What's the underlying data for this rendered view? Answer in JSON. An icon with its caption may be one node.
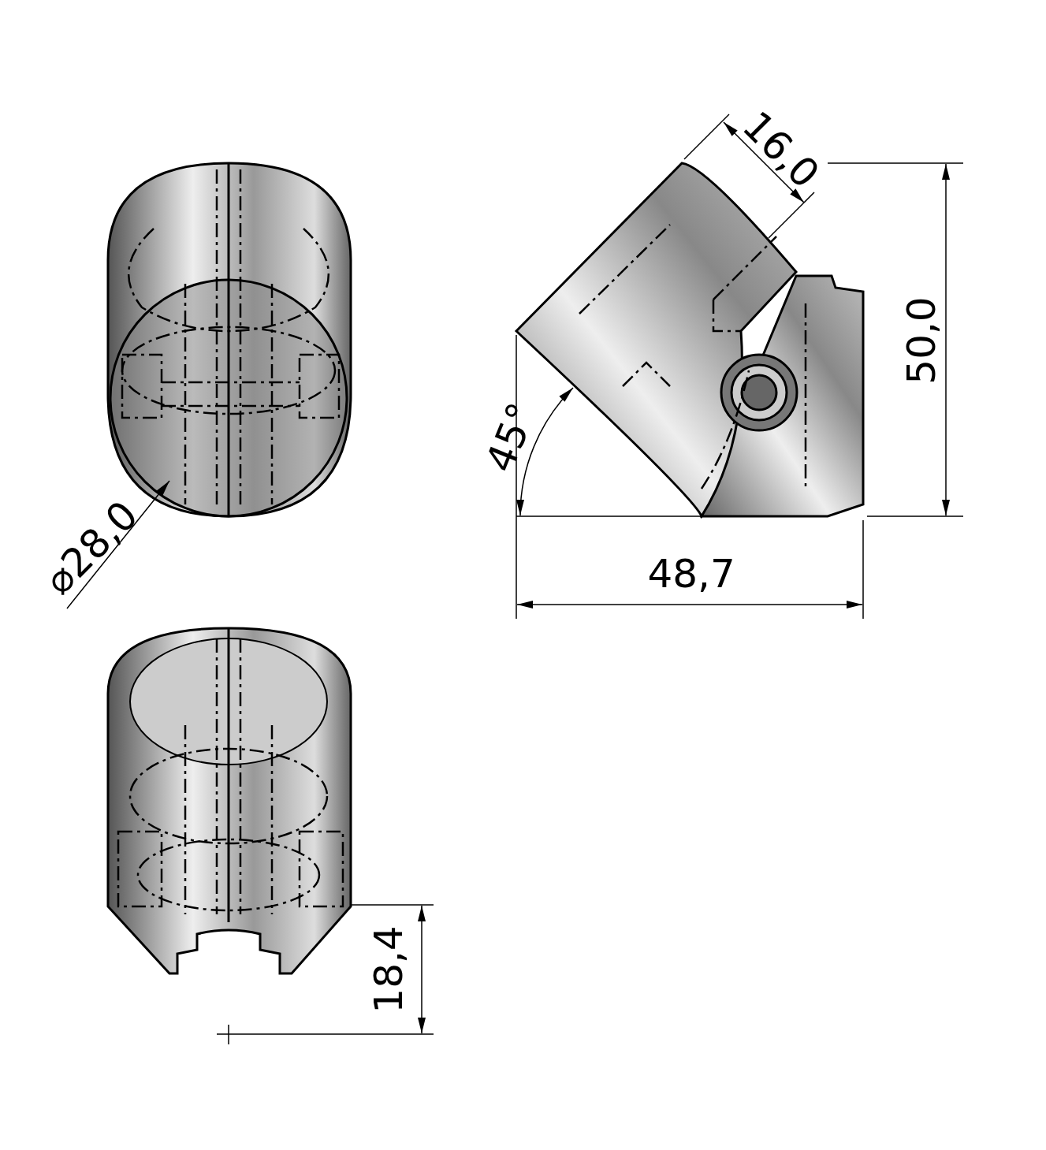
{
  "diagram": {
    "labels": [
      "16,0",
      "50,0",
      "45°",
      "⌀28,0",
      "48,7",
      "18,4"
    ]
  }
}
